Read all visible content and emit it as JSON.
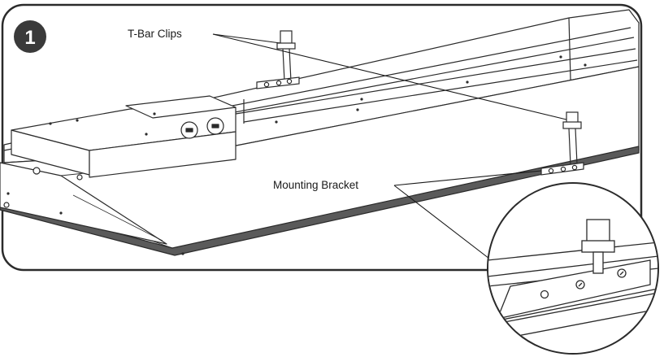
{
  "step": {
    "number": "1"
  },
  "callouts": {
    "tbar_clips": "T-Bar Clips",
    "mounting_bracket": "Mounting Bracket"
  },
  "colors": {
    "outline": "#2b2b2b",
    "badge": "#3a3a3a",
    "panel_edge": "#5a5a5a",
    "fill": "#ffffff"
  }
}
